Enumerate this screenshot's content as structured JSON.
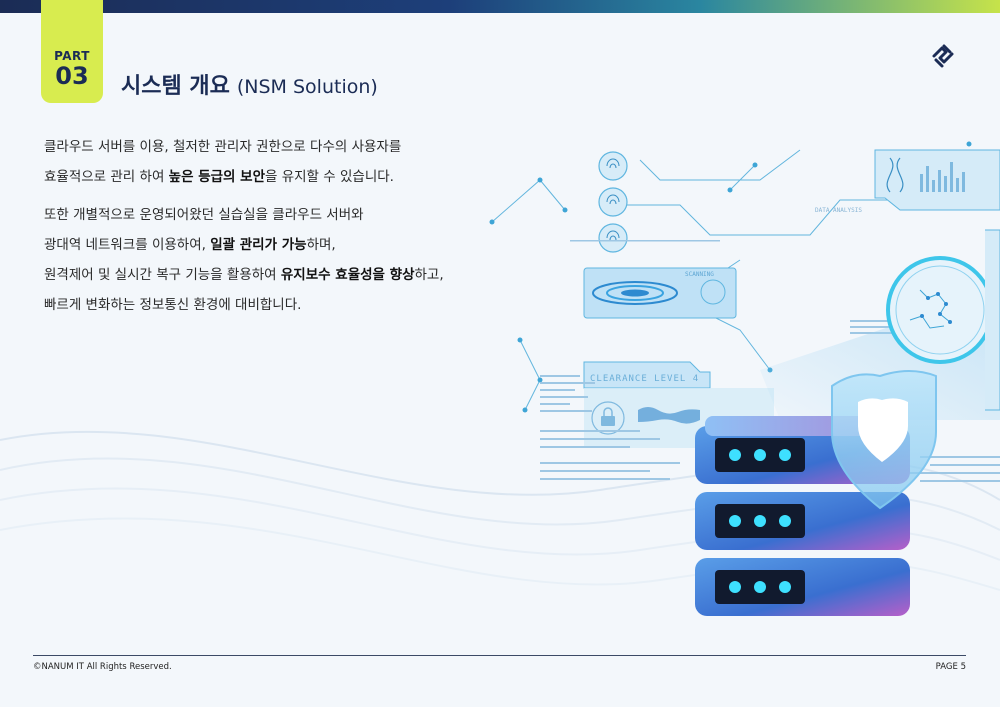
{
  "header": {
    "part_label": "PART",
    "part_number": "03",
    "title_main": "시스템 개요",
    "title_sub": "(NSM Solution)"
  },
  "body": {
    "p1": [
      {
        "plain": "클라우드 서버를 이용, 철저한 관리자 권한으로 다수의 사용자를",
        "bold": "",
        "tail": ""
      },
      {
        "plain": "효율적으로 관리 하여 ",
        "bold": "높은 등급의 보안",
        "tail": "을 유지할 수 있습니다."
      }
    ],
    "p2": [
      {
        "plain": "또한 개별적으로 운영되어왔던 실습실을 클라우드 서버와",
        "bold": "",
        "tail": ""
      },
      {
        "plain": "광대역 네트워크를 이용하여, ",
        "bold": "일괄 관리가 가능",
        "tail": "하며,"
      },
      {
        "plain": "원격제어 및 실시간 복구 기능을 활용하여 ",
        "bold": "유지보수 효율성을 향상",
        "tail": "하고,"
      },
      {
        "plain": "빠르게 변화하는 정보통신 환경에 대비합니다.",
        "bold": "",
        "tail": ""
      }
    ]
  },
  "illustration": {
    "clearance_text": "CLEARANCE LEVEL 4",
    "scanning_text": "SCANNING"
  },
  "footer": {
    "copyright": "©NANUM IT All Rights Reserved.",
    "page": "PAGE 5"
  },
  "colors": {
    "navy": "#1b2c55",
    "lime": "#d8ec4f",
    "cyan": "#3ec6ea"
  }
}
